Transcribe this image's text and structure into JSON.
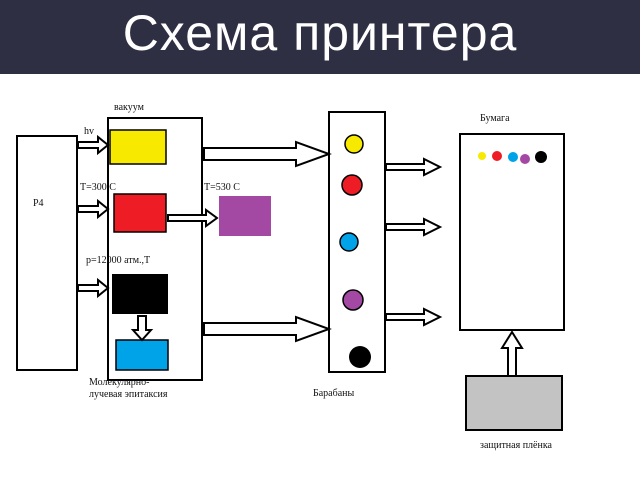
{
  "title": "Схема принтера",
  "labels": {
    "p4": "P4",
    "vacuum": "вакуум",
    "hv": "hv",
    "t300": "T=300 C",
    "t530": "T=530 C",
    "pressure": "p=12000 атм.,T",
    "mbe": "Молекулярно-лучевая эпитаксия",
    "drums": "Барабаны",
    "paper": "Бумага",
    "film": "защитная плёнка"
  },
  "colors": {
    "header_bg": "#2f2f44",
    "yellow": "#f7ea00",
    "red": "#ee1c24",
    "purple": "#a349a4",
    "black": "#000000",
    "blue": "#00a2e8",
    "gray": "#c3c3c3"
  },
  "drum_colors": [
    "yellow",
    "red",
    "blue",
    "purple",
    "black"
  ],
  "paper_dots": [
    "yellow",
    "red",
    "blue",
    "purple",
    "black"
  ]
}
